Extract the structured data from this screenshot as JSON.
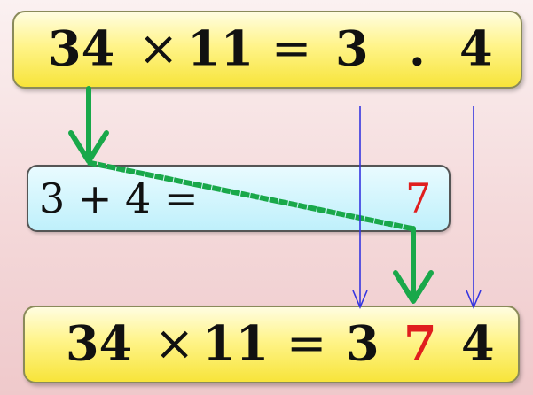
{
  "top_equation": {
    "a": "34",
    "times": "×",
    "b": "11",
    "equals": "=",
    "d1": "3",
    "d2": ".",
    "d3": "4"
  },
  "sum": {
    "text": "3 + 4 =",
    "result": "7"
  },
  "bottom_equation": {
    "a": "34",
    "times": "×",
    "b": "11",
    "equals": "=",
    "d1": "3",
    "d2": "7",
    "d3": "4"
  },
  "colors": {
    "green_arrow": "#19a84a",
    "blue_arrow": "#3535e0",
    "highlight_digit": "#e01e1e"
  }
}
